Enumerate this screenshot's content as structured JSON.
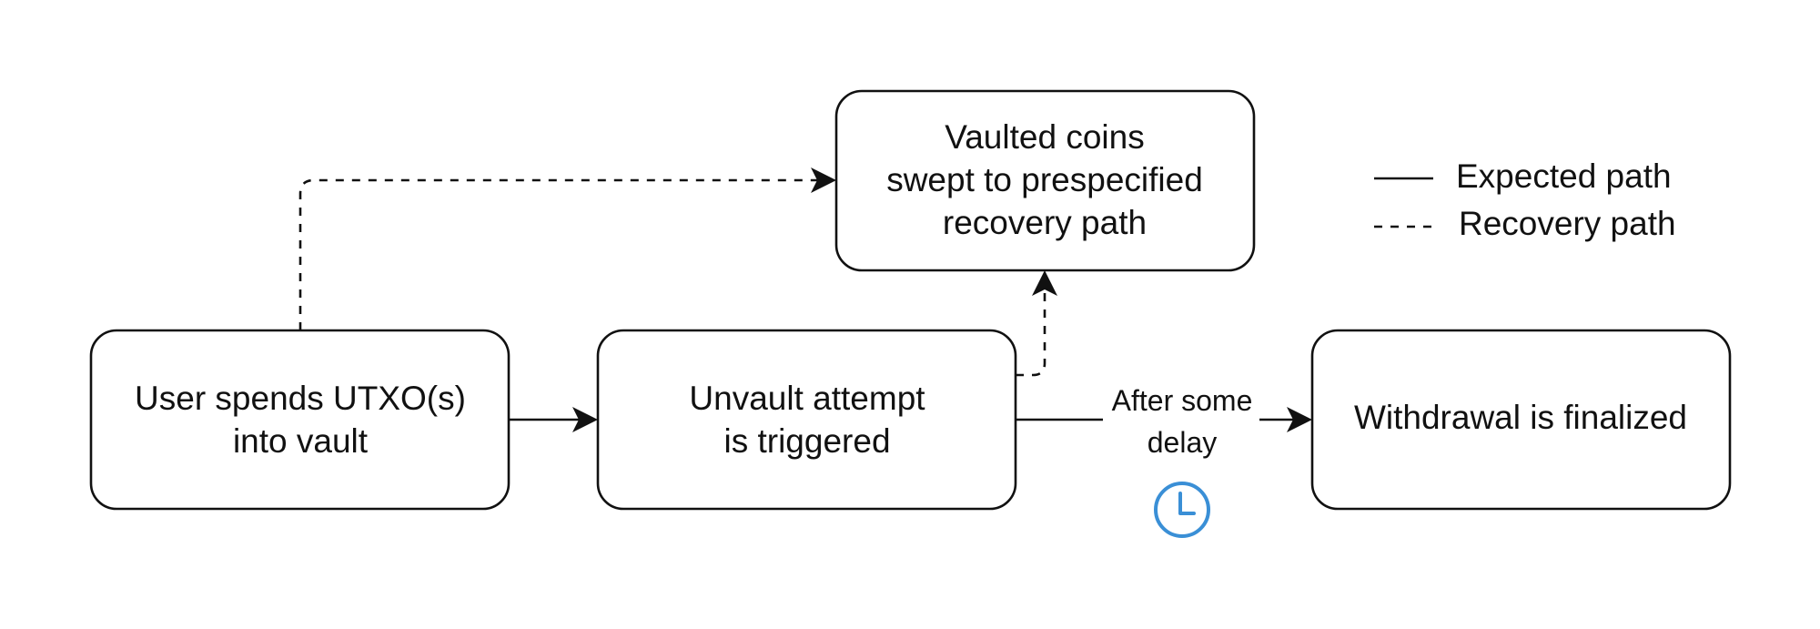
{
  "nodes": {
    "deposit": {
      "lines": [
        "User spends UTXO(s)",
        "into vault"
      ]
    },
    "unvault": {
      "lines": [
        "Unvault attempt",
        "is triggered"
      ]
    },
    "recovery": {
      "lines": [
        "Vaulted coins",
        "swept to prespecified",
        "recovery path"
      ]
    },
    "withdrawal": {
      "lines": [
        "Withdrawal is finalized"
      ]
    }
  },
  "edges": {
    "delay_label": [
      "After some",
      "delay"
    ]
  },
  "legend": {
    "expected": "Expected path",
    "recovery": "Recovery path"
  },
  "colors": {
    "stroke": "#111111",
    "clock": "#3a8fd6"
  },
  "icons": {
    "delay": "clock-icon"
  }
}
